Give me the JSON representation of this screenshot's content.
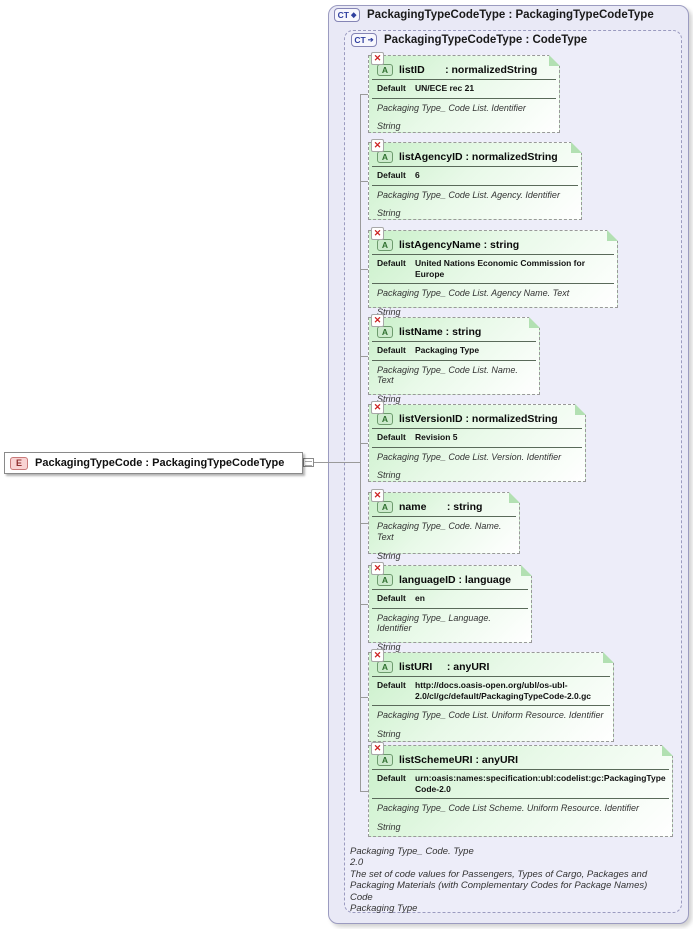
{
  "icons": {
    "ct": "CT",
    "ct_symbol_outer": "◆",
    "ct_symbol_inner": "➔",
    "element": "E",
    "attribute": "A",
    "x": "✕"
  },
  "labels": {
    "default": "Default"
  },
  "element": {
    "label": "PackagingTypeCode : PackagingTypeCodeType"
  },
  "outer_container": {
    "title": "PackagingTypeCodeType : PackagingTypeCodeType"
  },
  "inner_container": {
    "title": "PackagingTypeCodeType : CodeType"
  },
  "attributes": [
    {
      "name": "listID",
      "type": "normalizedString",
      "title": "listID       : normalizedString",
      "default": "UN/ECE rec 21",
      "doc": "Packaging Type_ Code List. Identifier",
      "base": "String"
    },
    {
      "name": "listAgencyID",
      "type": "normalizedString",
      "title": "listAgencyID : normalizedString",
      "default": "6",
      "doc": "Packaging Type_ Code List. Agency. Identifier",
      "base": "String"
    },
    {
      "name": "listAgencyName",
      "type": "string",
      "title": "listAgencyName : string",
      "default": "United Nations Economic Commission for Europe",
      "doc": "Packaging Type_ Code List. Agency Name. Text",
      "base": "String"
    },
    {
      "name": "listName",
      "type": "string",
      "title": "listName : string",
      "default": "Packaging Type",
      "doc": "Packaging Type_ Code List. Name. Text",
      "base": "String"
    },
    {
      "name": "listVersionID",
      "type": "normalizedString",
      "title": "listVersionID : normalizedString",
      "default": "Revision 5",
      "doc": "Packaging Type_ Code List. Version. Identifier",
      "base": "String"
    },
    {
      "name": "name",
      "type": "string",
      "title": "name       : string",
      "doc": "Packaging Type_ Code. Name. Text",
      "base": "String"
    },
    {
      "name": "languageID",
      "type": "language",
      "title": "languageID : language",
      "default": "en",
      "doc": "Packaging Type_ Language. Identifier",
      "base": "String"
    },
    {
      "name": "listURI",
      "type": "anyURI",
      "title": "listURI     : anyURI",
      "default": "http://docs.oasis-open.org/ubl/os-ubl-2.0/cl/gc/default/PackagingTypeCode-2.0.gc",
      "doc": "Packaging Type_ Code List. Uniform Resource. Identifier",
      "base": "String"
    },
    {
      "name": "listSchemeURI",
      "type": "anyURI",
      "title": "listSchemeURI : anyURI",
      "default": "urn:oasis:names:specification:ubl:codelist:gc:PackagingTypeCode-2.0",
      "doc": "Packaging Type_ Code List Scheme. Uniform Resource. Identifier",
      "base": "String"
    }
  ],
  "footer": [
    "Packaging Type_ Code. Type",
    "2.0",
    "The set of code values for Passengers, Types of Cargo, Packages and Packaging Materials (with Complementary Codes for Package Names)",
    "Code",
    "Packaging Type"
  ]
}
